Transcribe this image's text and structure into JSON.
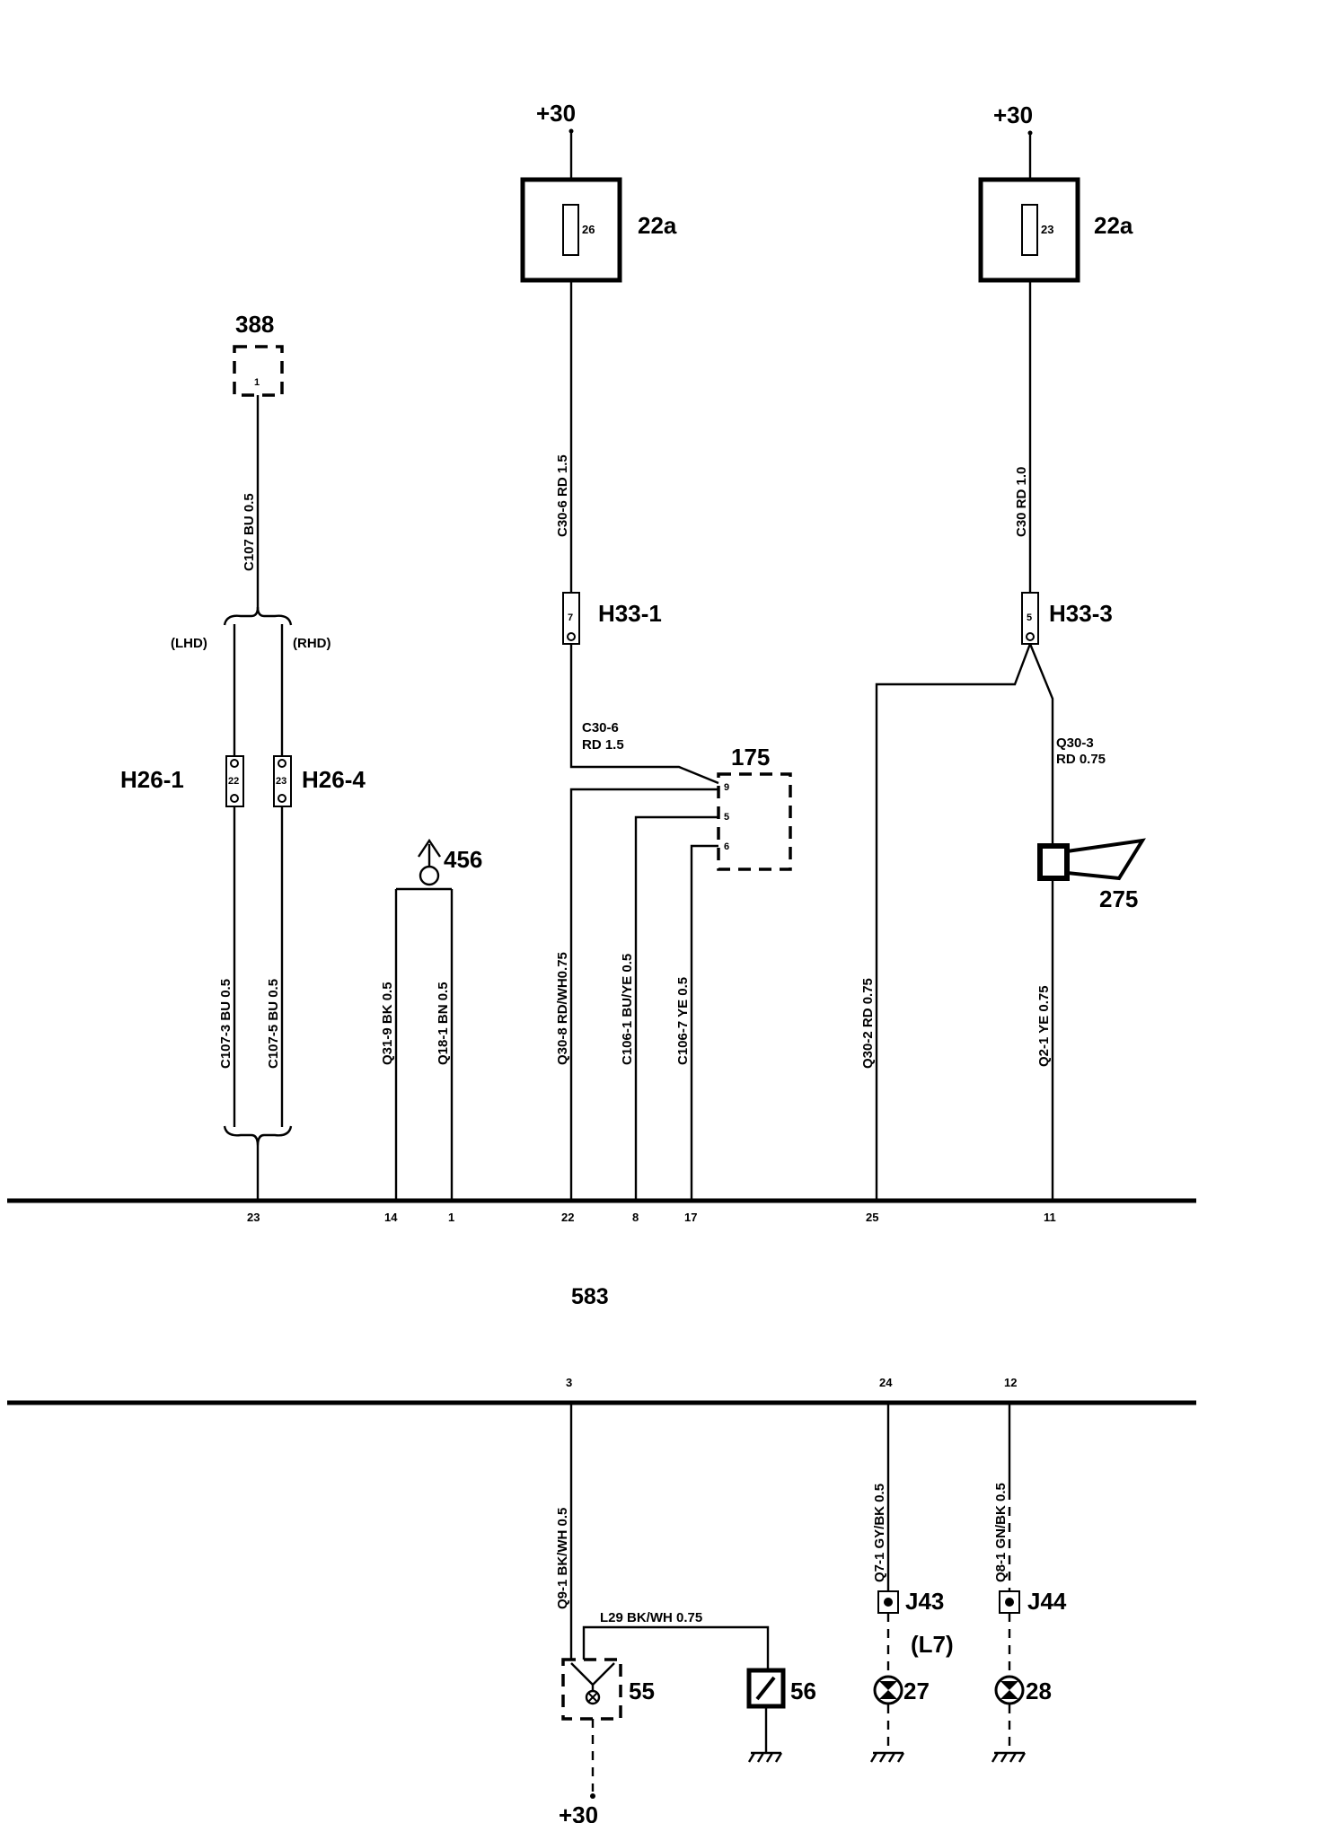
{
  "supplies": {
    "left": "+30",
    "right": "+30",
    "bottom": "+30"
  },
  "fuseboxes": {
    "left": {
      "label": "22a",
      "fuse": "26"
    },
    "right": {
      "label": "22a",
      "fuse": "23"
    }
  },
  "components": {
    "c388": {
      "label": "388",
      "pin": "1"
    },
    "c175": {
      "label": "175",
      "pins": [
        "9",
        "5",
        "6"
      ]
    },
    "c456": "456",
    "c275": "275",
    "c583": "583",
    "c55": "55",
    "c56": "56",
    "c27": "27",
    "c28": "28",
    "l7": "(L7)"
  },
  "connectors": {
    "h33_1": {
      "label": "H33-1",
      "pin": "7"
    },
    "h33_3": {
      "label": "H33-3",
      "pin": "5"
    },
    "h26_1": {
      "label": "H26-1",
      "pin": "22"
    },
    "h26_4": {
      "label": "H26-4",
      "pin": "23"
    },
    "j43": "J43",
    "j44": "J44"
  },
  "variants": {
    "lhd": "(LHD)",
    "rhd": "(RHD)"
  },
  "wires": {
    "c107": "C107  BU 0.5",
    "c30_6a": "C30-6  RD  1.5",
    "c30_6b_1": "C30-6",
    "c30_6b_2": "RD  1.5",
    "c30": "C30  RD 1.0",
    "q30_3_1": "Q30-3",
    "q30_3_2": "RD  0.75",
    "c107_3": "C107-3   BU   0.5",
    "c107_5": "C107-5   BU   0.5",
    "q31_9": "Q31-9    BK 0.5",
    "q18_1": "Q18-1    BN  0.5",
    "q30_8": "Q30-8  RD/WH0.75",
    "c106_1": "C106-1   BU/YE  0.5",
    "c106_7": "C106-7   YE  0.5",
    "q30_2": "Q30-2     RD   0.75",
    "q2_1": "Q2-1     YE 0.75",
    "q9_1": "Q9-1    BK/WH 0.5",
    "q7_1": "Q7-1   GY/BK 0.5",
    "q8_1": "Q8-1   GN/BK 0.5",
    "l29": "L29  BK/WH 0.75"
  },
  "bus_pins_top": [
    "23",
    "14",
    "1",
    "22",
    "8",
    "17",
    "25",
    "11"
  ],
  "bus_pins_bottom": [
    "3",
    "24",
    "12"
  ]
}
